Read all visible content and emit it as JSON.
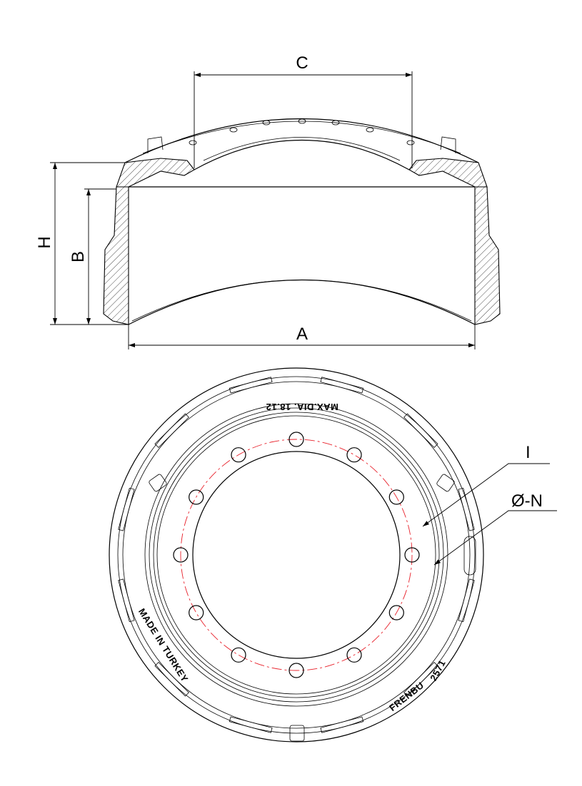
{
  "side_view": {
    "dim_labels": {
      "C": "C",
      "H": "H",
      "B": "B",
      "A": "A"
    }
  },
  "top_view": {
    "stamps": {
      "max_dia": "MAX.DIA. 18.12",
      "origin": "MADE IN TURKEY",
      "brand": "FRENBU",
      "part_number": "2571"
    },
    "callouts": {
      "bolt_circle": "I",
      "hole_dia": "Ø-N"
    },
    "bolt_hole_count": 12
  },
  "colors": {
    "line": "#000000",
    "center_line": "#e8202a"
  }
}
